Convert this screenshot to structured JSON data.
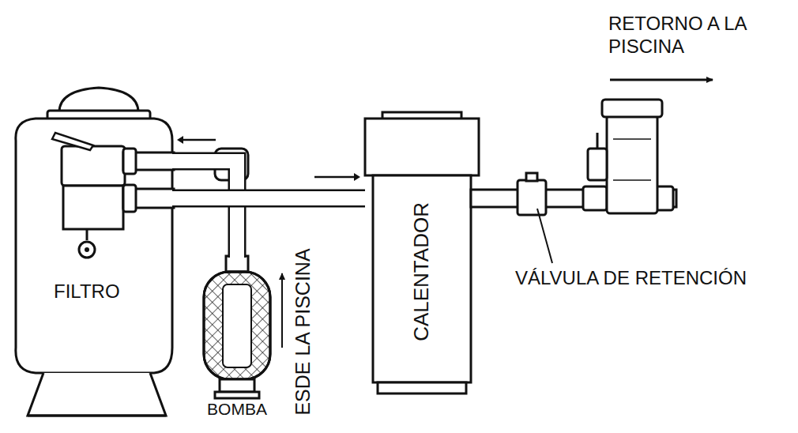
{
  "diagram": {
    "nodes": [
      {
        "text": [
          "FILTRO"
        ]
      },
      {
        "text": [
          "BOMBA"
        ]
      },
      {
        "text": [
          "CALENTADOR"
        ]
      }
    ],
    "edges": [
      {
        "from": 1,
        "to": 0,
        "arrow": "to"
      },
      {
        "from": 0,
        "to": 2,
        "arrow": "to"
      }
    ],
    "labels": [
      "RETORNO A LA PISCINA",
      "ESDE LA PISCINA",
      "VÁLVULA DE RETENCIÓN"
    ]
  }
}
